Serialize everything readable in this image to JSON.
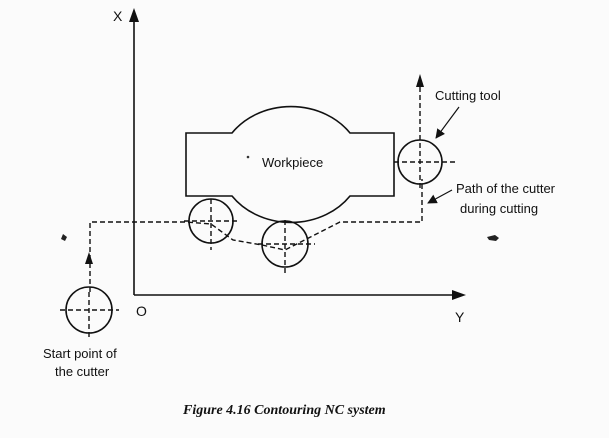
{
  "diagram": {
    "axis_x_label": "X",
    "axis_y_label": "Y",
    "origin_label": "O",
    "workpiece_label": "Workpiece",
    "cutting_tool_label": "Cutting tool",
    "path_label_line1": "Path of the cutter",
    "path_label_line2": "during cutting",
    "start_label_line1": "Start point of",
    "start_label_line2": "the cutter"
  },
  "caption": "Figure 4.16 Contouring NC system"
}
